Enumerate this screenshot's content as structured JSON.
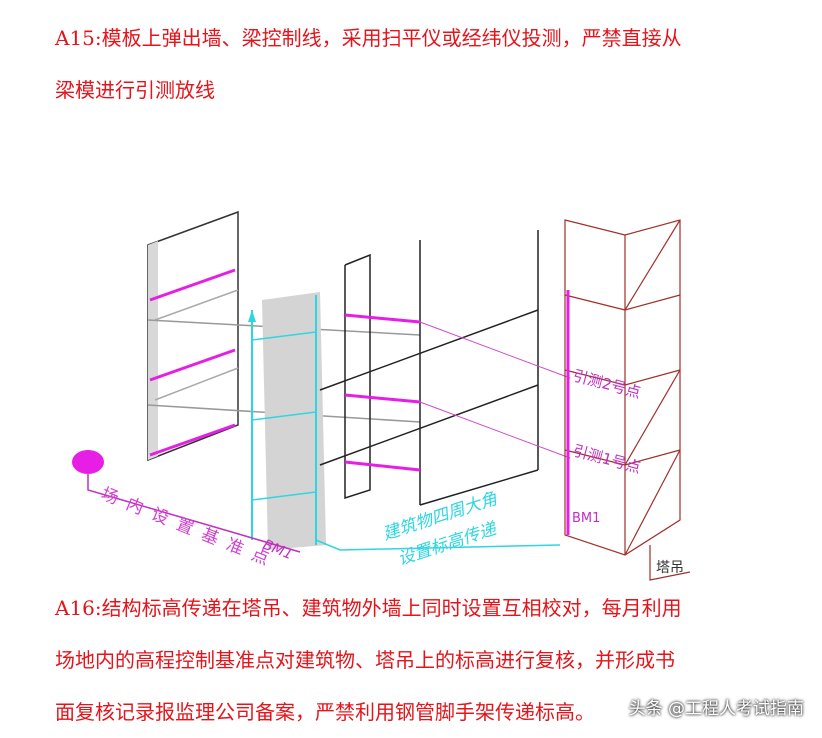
{
  "paragraph_a15": {
    "line1": "A15:模板上弹出墙、梁控制线，采用扫平仪或经纬仪投测，严禁直接从",
    "line2": "梁模进行引测放线"
  },
  "diagram": {
    "label_site_benchmark": "场内设置基准点",
    "label_bm1_left": "BM1",
    "label_corner_1": "建筑物四周大角",
    "label_corner_2": "设置标高传递",
    "label_point2": "引测2号点",
    "label_point1": "引测1号点",
    "label_bm1_right": "BM1",
    "label_tower_crane": "塔吊",
    "colors": {
      "magenta": "#e61ee6",
      "cyan": "#2fd6e0",
      "brown": "#a0302a"
    }
  },
  "paragraph_a16": {
    "line1": "A16:结构标高传递在塔吊、建筑物外墙上同时设置互相校对，每月利用",
    "line2": "场地内的高程控制基准点对建筑物、塔吊上的标高进行复核，并形成书",
    "line3": "面复核记录报监理公司备案，严禁利用钢管脚手架传递标高。"
  },
  "watermark": "头条 @工程人考试指南"
}
